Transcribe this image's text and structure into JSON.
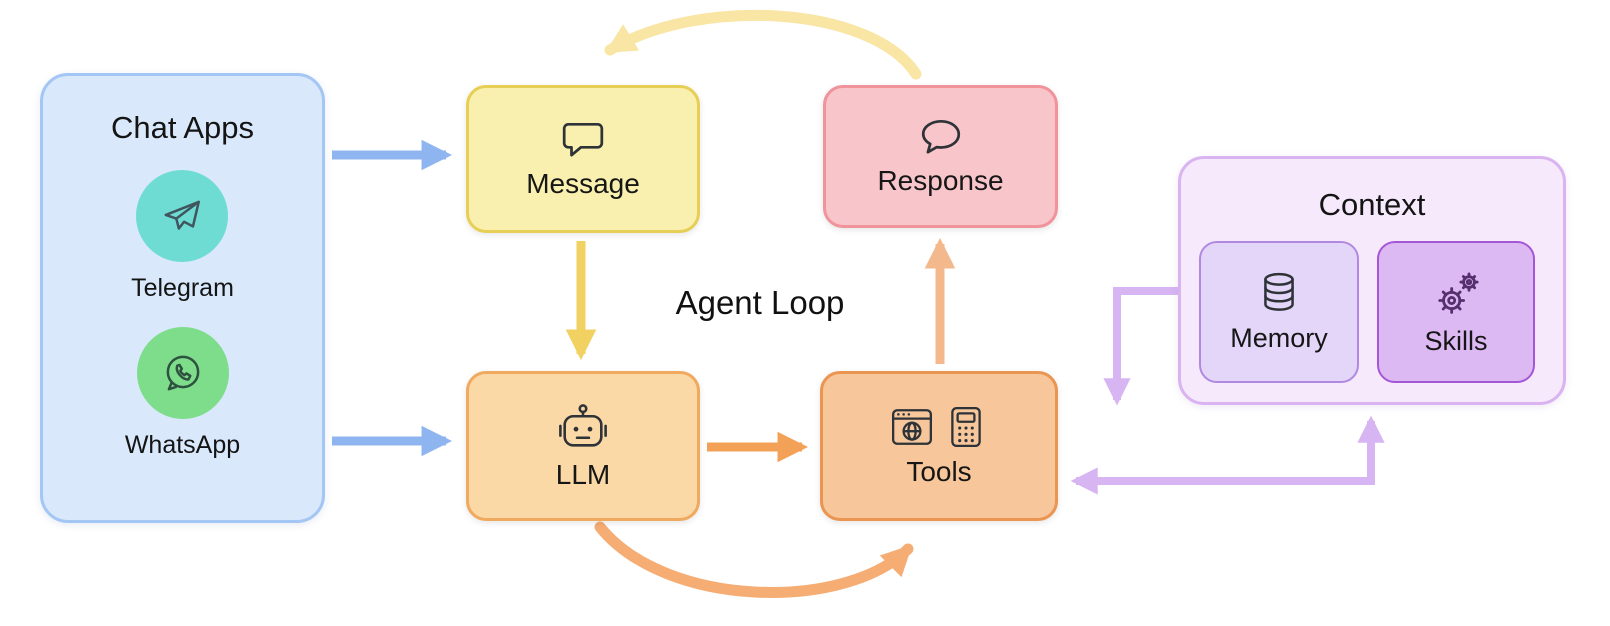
{
  "title": "Agent Loop",
  "chat_apps": {
    "title": "Chat Apps",
    "items": [
      {
        "label": "Telegram",
        "icon": "telegram-plane-icon",
        "color": "#6fdcd4"
      },
      {
        "label": "WhatsApp",
        "icon": "whatsapp-icon",
        "color": "#7edd8b"
      }
    ]
  },
  "nodes": {
    "message": {
      "label": "Message",
      "icon": "chat-bubble-square-icon",
      "fill": "#f9efae",
      "border": "#e7cf55"
    },
    "response": {
      "label": "Response",
      "icon": "chat-bubble-round-icon",
      "fill": "#f8c5ca",
      "border": "#f0939b"
    },
    "llm": {
      "label": "LLM",
      "icon": "robot-icon",
      "fill": "#fbd9a6",
      "border": "#f0aa5f"
    },
    "tools": {
      "label": "Tools",
      "icons": [
        "browser-icon",
        "calculator-icon"
      ],
      "fill": "#f7c69b",
      "border": "#ea9552"
    }
  },
  "context": {
    "title": "Context",
    "fill": "#f5e9fb",
    "border": "#d9b4f0",
    "memory": {
      "label": "Memory",
      "icon": "database-icon",
      "fill": "#e4d6f8",
      "border": "#b08ae0"
    },
    "skills": {
      "label": "Skills",
      "icon": "gears-icon",
      "fill": "#ddb9f3",
      "border": "#a556d6"
    }
  },
  "arrows": {
    "blue": "#8fb5f0",
    "yellow": "#f0d162",
    "yellow_light": "#f9e5a4",
    "orange": "#f3a156",
    "peach": "#f4b88d",
    "orange_curve": "#f5ad74",
    "purple": "#d7b5f3"
  },
  "edges": [
    {
      "from": "chat-apps",
      "to": "message",
      "color": "blue"
    },
    {
      "from": "chat-apps",
      "to": "llm",
      "color": "blue"
    },
    {
      "from": "message",
      "to": "llm",
      "color": "yellow"
    },
    {
      "from": "llm",
      "to": "tools",
      "color": "orange"
    },
    {
      "from": "tools",
      "to": "response",
      "color": "peach"
    },
    {
      "from": "response",
      "to": "message",
      "color": "yellow_light",
      "style": "curved"
    },
    {
      "from": "llm",
      "to": "tools",
      "color": "orange_curve",
      "style": "curved"
    },
    {
      "from": "context",
      "to": "tools",
      "color": "purple",
      "style": "elbow-down"
    },
    {
      "from": "context",
      "to": "tools",
      "color": "purple",
      "style": "elbow-left"
    },
    {
      "from": "tools",
      "to": "context",
      "color": "purple",
      "style": "elbow-up"
    }
  ]
}
